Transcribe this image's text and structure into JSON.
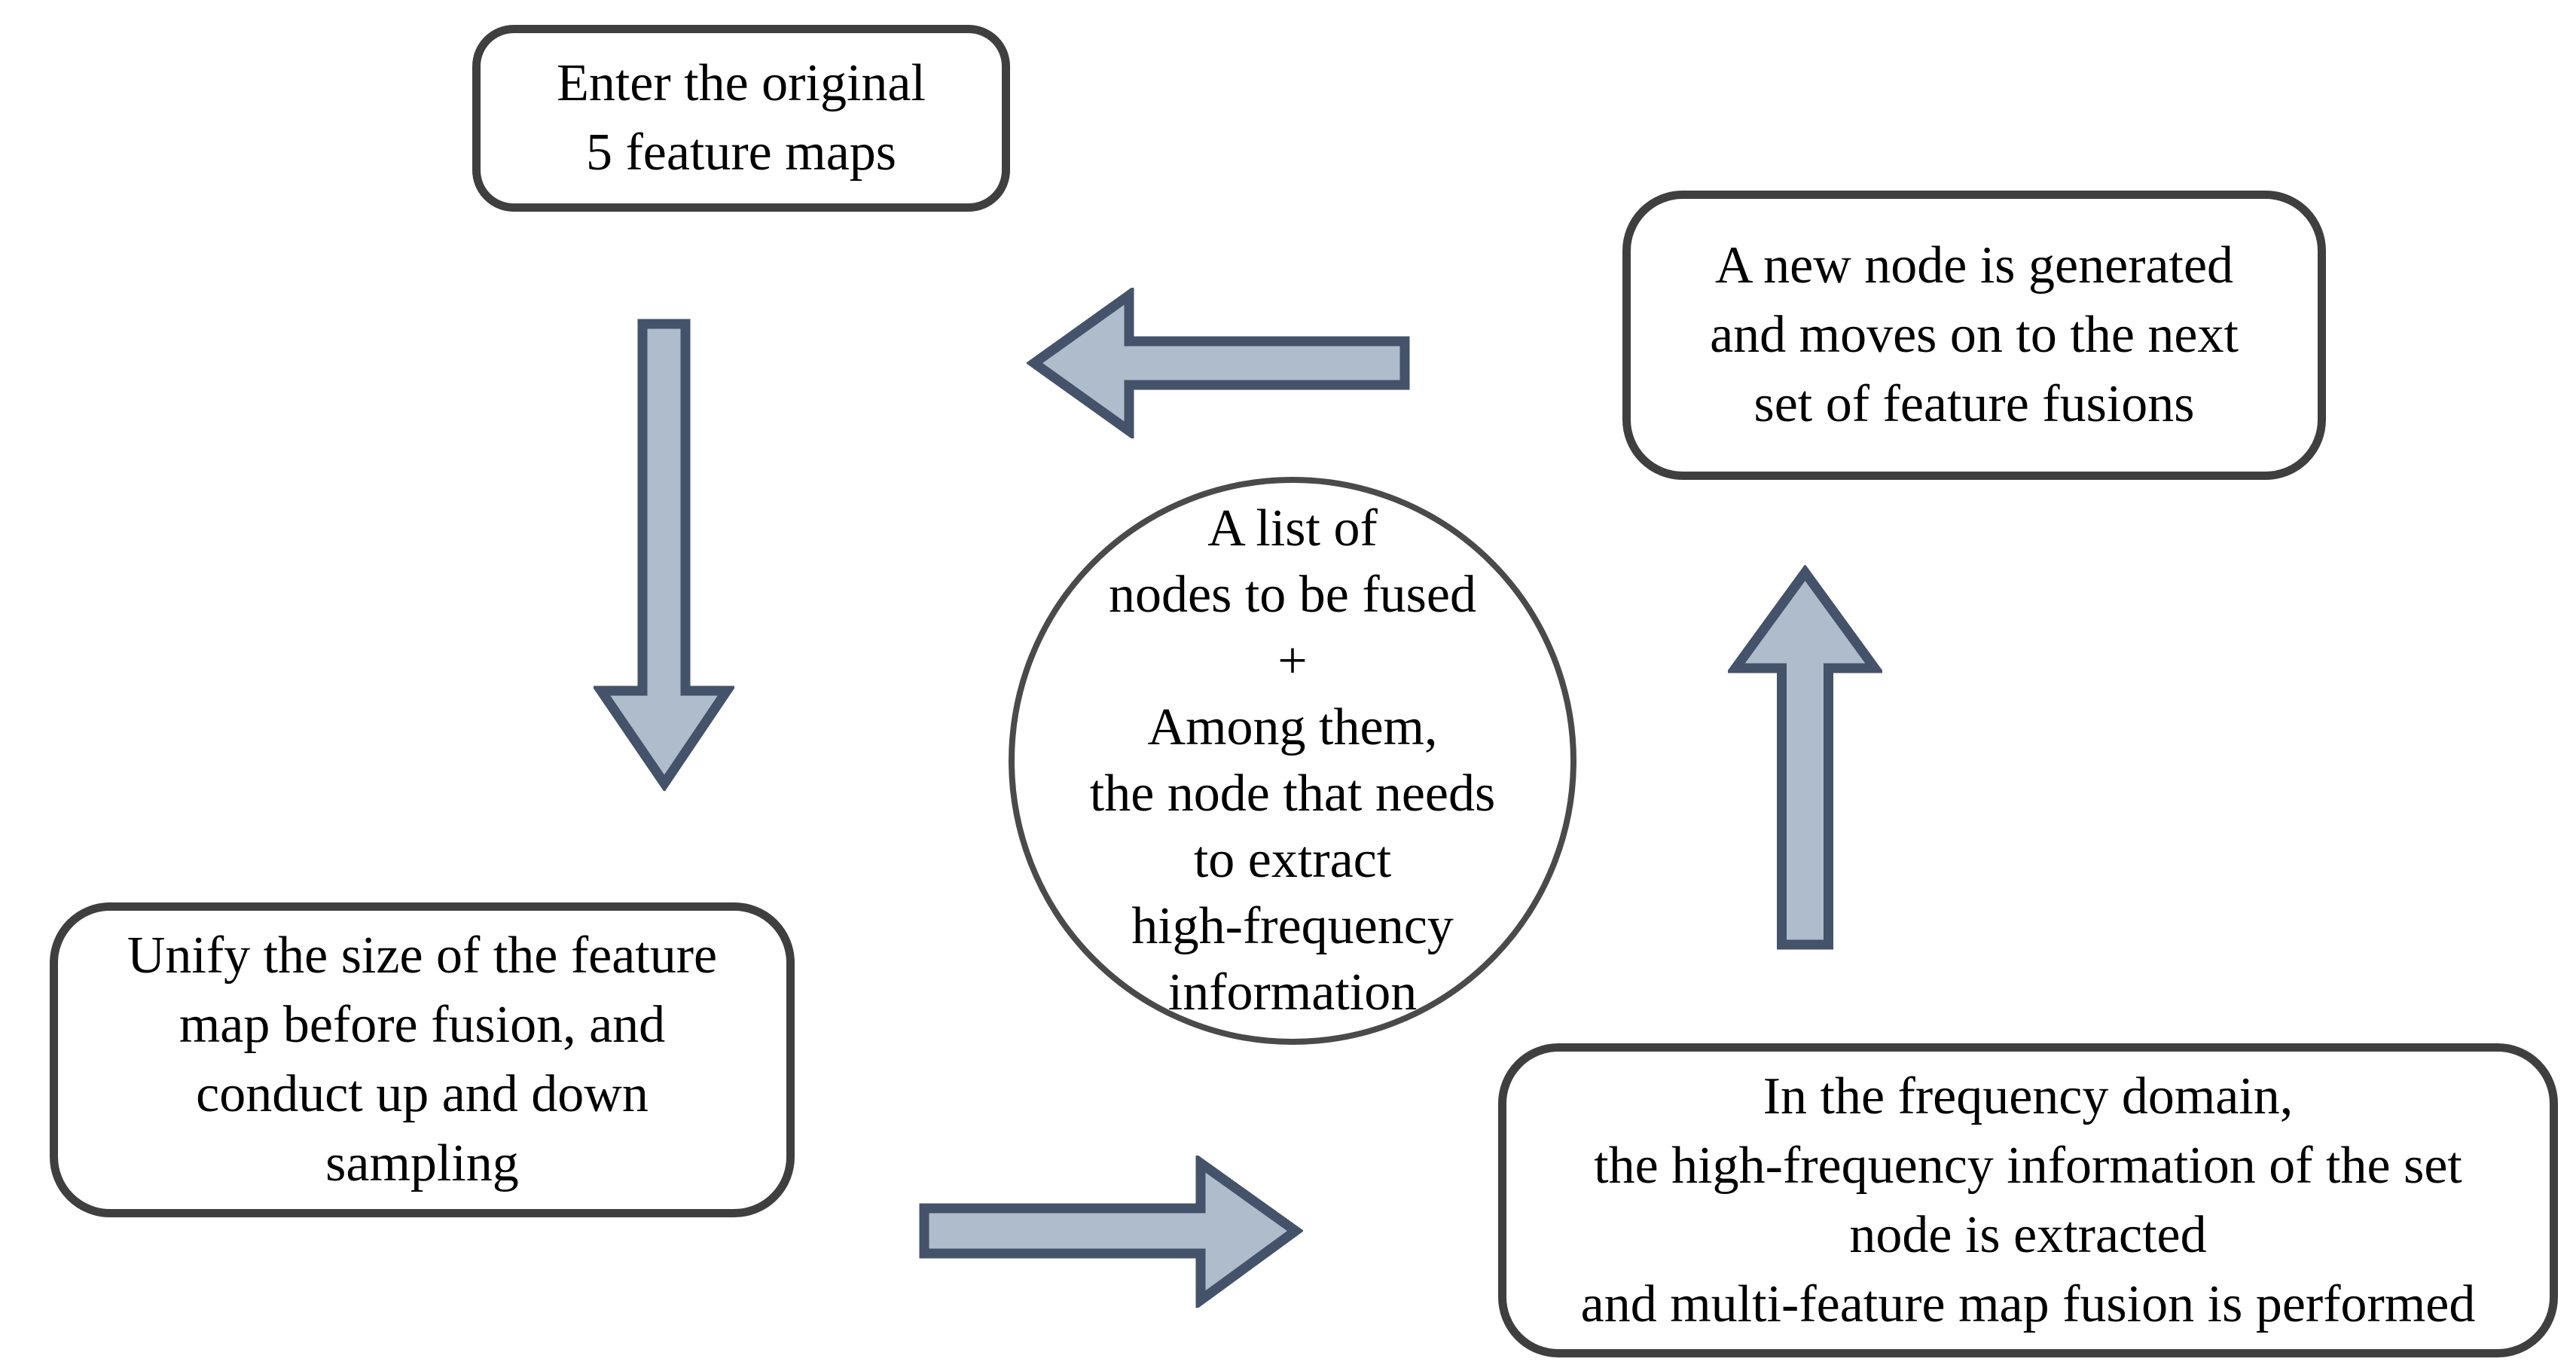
{
  "diagram": {
    "title": "Feature map fusion cycle flowchart",
    "background_color": "#ffffff",
    "box_border_color": "#3f3f3f",
    "circle_border_color": "#4a4a4a",
    "arrow_fill_color": "#afbccc",
    "arrow_stroke_color": "#44526a",
    "text_color": "#000000",
    "nodes": {
      "enter": {
        "text": "Enter the original\n5 feature maps"
      },
      "new_node": {
        "text": "A new node is generated\nand moves on to the next\nset of feature fusions"
      },
      "unify": {
        "text": "Unify the size of the feature\nmap before fusion, and\nconduct up and down\nsampling"
      },
      "circle": {
        "text": "A list of\nnodes to be fused\n+\nAmong them,\nthe node that needs\nto extract\nhigh-frequency\ninformation"
      },
      "frequency": {
        "text": "In the frequency domain,\nthe high-frequency information of the set\nnode is extracted\nand multi-feature map fusion is performed"
      }
    },
    "arrows": [
      {
        "id": "down",
        "meaning": "from enter box to unify box"
      },
      {
        "id": "right",
        "meaning": "from unify box to frequency box"
      },
      {
        "id": "up",
        "meaning": "from frequency box to new-node box"
      },
      {
        "id": "left",
        "meaning": "from new-node box to enter box"
      }
    ]
  }
}
